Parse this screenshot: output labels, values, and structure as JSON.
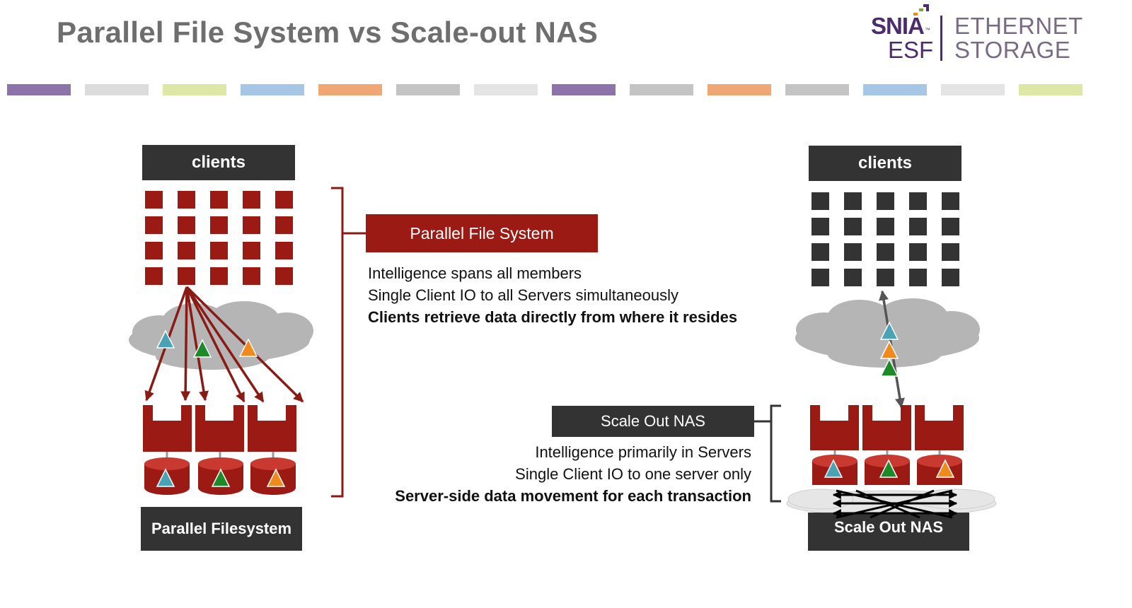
{
  "slide": {
    "title": "Parallel File System vs Scale-out NAS"
  },
  "logo": {
    "brand": "SNIA",
    "trademark": "™",
    "esf": "ESF",
    "line1": "ETHERNET",
    "line2": "STORAGE",
    "colors": {
      "purple": "#4b2c6e",
      "grey": "#7a6b85"
    }
  },
  "stripe": {
    "colors": [
      "#8c74aa",
      "#dcdcdc",
      "#dde8a6",
      "#a6c6e6",
      "#f1a774",
      "#c4c4c4",
      "#e4e4e4",
      "#8c74aa",
      "#c4c4c4",
      "#f1a774",
      "#c4c4c4",
      "#a6c6e6",
      "#e4e4e4",
      "#dde8a6"
    ]
  },
  "left": {
    "clients_label": "clients",
    "footer_label": "Parallel Filesystem",
    "callout_title": "Parallel File System",
    "lines": [
      "Intelligence spans all members",
      "Single Client IO to all Servers simultaneously",
      "Clients retrieve data directly from where it resides"
    ]
  },
  "right": {
    "clients_label": "clients",
    "footer_label": "Scale Out NAS",
    "callout_title": "Scale Out NAS",
    "lines": [
      "Intelligence primarily in Servers",
      "Single Client IO to one server only",
      "Server-side data movement for each transaction"
    ]
  },
  "colors": {
    "red": "#9c1a14",
    "dark": "#333333",
    "cloud": "#b5b5b5",
    "teal": "#4aa3b4",
    "green": "#1d8a2a",
    "orange": "#f08a1c"
  }
}
